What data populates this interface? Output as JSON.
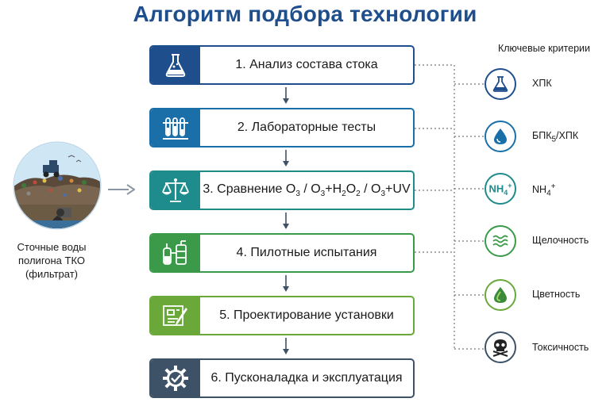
{
  "title": "Алгоритм подбора технологии",
  "source": {
    "label_line1": "Сточные воды",
    "label_line2": "полигона ТКО",
    "label_line3": "(фильтрат)"
  },
  "steps": [
    {
      "label": "1. Анализ состава стока",
      "color": "#1f4e8c",
      "icon": "flask-icon"
    },
    {
      "label": "2. Лабораторные тесты",
      "color": "#1a6fa8",
      "icon": "test-tubes-icon"
    },
    {
      "label_prefix": "3. Сравнение O",
      "color": "#1e8c8c",
      "icon": "scales-icon"
    },
    {
      "label": "4. Пилотные испытания",
      "color": "#3a9a4a",
      "icon": "pilot-plant-icon"
    },
    {
      "label": "5. Проектирование установки",
      "color": "#6aa83a",
      "icon": "blueprint-icon"
    },
    {
      "label": "6. Пусконаладка и эксплуатация",
      "color": "#3d5266",
      "icon": "gear-check-icon"
    }
  ],
  "criteria": {
    "title": "Ключевые критерии",
    "items": [
      {
        "label": "ХПК",
        "color": "#1f4e8c",
        "icon": "flask-icon"
      },
      {
        "label_main": "БПК",
        "label_sub": "5",
        "label_rest": "/ХПК",
        "color": "#1a6fa8",
        "icon": "drop-icon"
      },
      {
        "label_main": "NH",
        "label_sub": "4",
        "label_sup": "+",
        "color": "#1e8c8c",
        "icon": "ammonium-icon"
      },
      {
        "label": "Щелочность",
        "color": "#3a9a4a",
        "icon": "waves-icon"
      },
      {
        "label": "Цветность",
        "color": "#6aa83a",
        "icon": "color-drop-icon"
      },
      {
        "label": "Токсичность",
        "color": "#3d5266",
        "icon": "skull-icon"
      }
    ]
  }
}
